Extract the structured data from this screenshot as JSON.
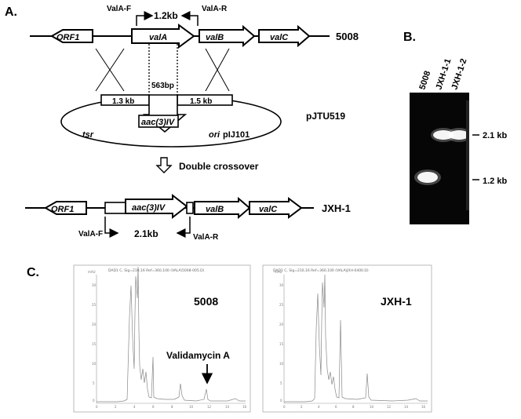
{
  "panels": {
    "a": "A.",
    "b": "B.",
    "c": "C."
  },
  "top_construct": {
    "genes": [
      "ORF1",
      "valA",
      "valB",
      "valC"
    ],
    "strain": "5008",
    "primer_f": "ValA-F",
    "primer_r": "ValA-R",
    "amplicon": "1.2kb",
    "deletion": "563bp"
  },
  "plasmid": {
    "name": "pJTU519",
    "left_arm": "1.3 kb",
    "right_arm": "1.5 kb",
    "cassette": "aac(3)IV",
    "tsr": "tsr",
    "ori_label": "ori",
    "ori_name": "pIJ101"
  },
  "crossover": {
    "label": "Double crossover"
  },
  "mutant_construct": {
    "genes": [
      "ORF1",
      "aac(3)IV",
      "valB",
      "valC"
    ],
    "strain": "JXH-1",
    "primer_f": "ValA-F",
    "primer_r": "ValA-R",
    "amplicon": "2.1kb"
  },
  "gel": {
    "lanes": [
      "5008",
      "JXH-1-1",
      "JXH-1-2"
    ],
    "band_upper": "2.1 kb",
    "band_lower": "1.2  kb"
  },
  "chromatograms": [
    {
      "sample": "5008",
      "header": "DAD1 C, Sig=210,16 Ref=360,100 (VALA\\5008-005.D)",
      "y_ticks": [
        "mAU",
        "30",
        "25",
        "20",
        "15",
        "10",
        "5",
        "0"
      ],
      "x_ticks": [
        "0",
        "2",
        "4",
        "6",
        "8",
        "10",
        "12",
        "14",
        "16"
      ],
      "annotation": "Validamycin A"
    },
    {
      "sample": "JXH-1",
      "header": "DAD1 C, Sig=210,16 Ref=360,100 (VALA\\JXH-0400.D)",
      "y_ticks": [
        "mAU",
        "30",
        "25",
        "20",
        "15",
        "10",
        "5",
        "0"
      ],
      "x_ticks": [
        "0",
        "2",
        "4",
        "6",
        "8",
        "10",
        "12",
        "14",
        "16"
      ]
    }
  ]
}
